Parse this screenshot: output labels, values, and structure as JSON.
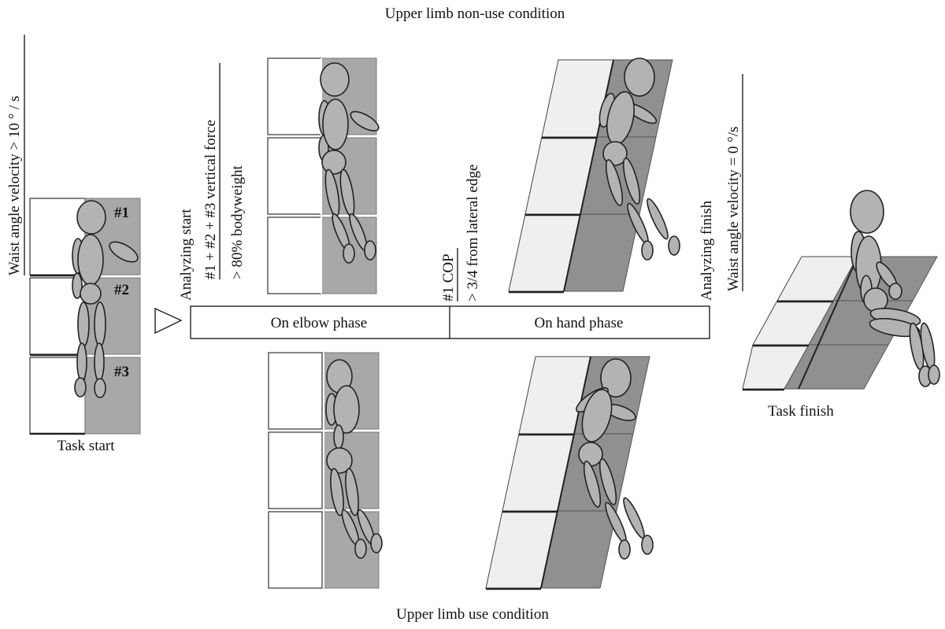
{
  "title_top": "Upper limb non-use condition",
  "title_bottom": "Upper limb use condition",
  "task_start": {
    "label": "Task start",
    "pads": [
      "#1",
      "#2",
      "#3"
    ],
    "criterion": "Waist angle velocity > 10 ° / s"
  },
  "analyzing_start": {
    "title": "Analyzing start",
    "line1": "#1 + #2 + #3 vertical force",
    "line2": "> 80% bodyweight"
  },
  "cop_criterion": {
    "line1": "#1 COP",
    "line2": "> 3/4 from lateral edge"
  },
  "analyzing_finish": {
    "title": "Analyzing finish",
    "line1": "Waist angle velocity = 0 °/s"
  },
  "phases": [
    "On elbow phase",
    "On hand phase"
  ],
  "task_finish": {
    "label": "Task finish"
  },
  "colors": {
    "pad_gray": "#a8a8a8",
    "body_gray": "#b3b3b3",
    "outline": "#222222"
  }
}
